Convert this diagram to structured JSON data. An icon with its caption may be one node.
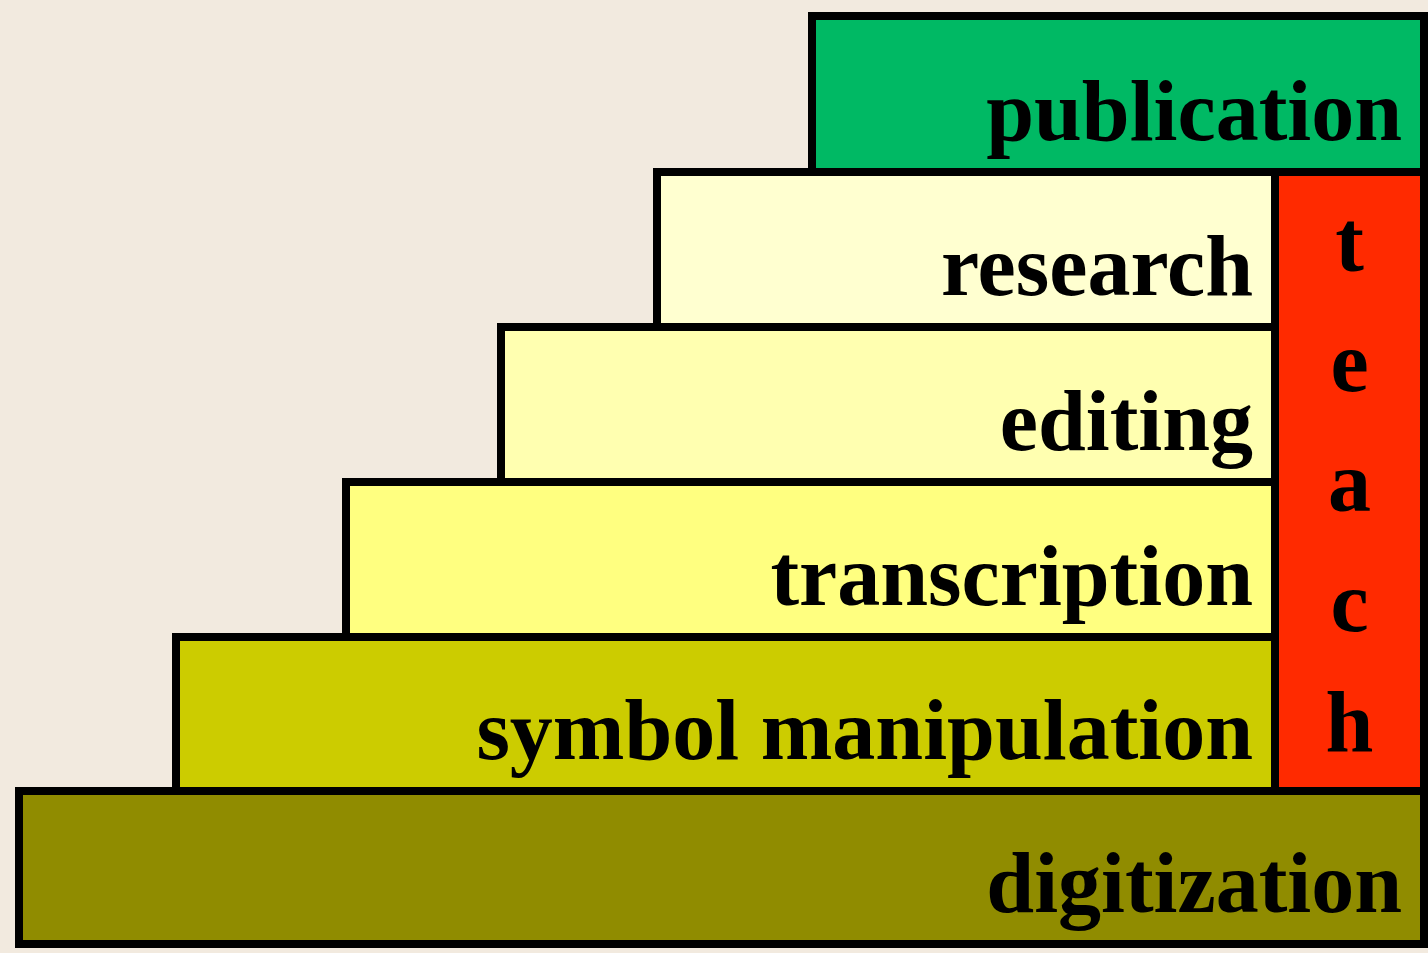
{
  "diagram": {
    "nodes": [
      {
        "text": [
          "publication"
        ]
      },
      {
        "text": [
          "research"
        ]
      },
      {
        "text": [
          "teach"
        ]
      },
      {
        "text": [
          "editing"
        ]
      },
      {
        "text": [
          "transcription"
        ]
      },
      {
        "text": [
          "symbol manipulation"
        ]
      },
      {
        "text": [
          "digitization"
        ]
      }
    ]
  }
}
